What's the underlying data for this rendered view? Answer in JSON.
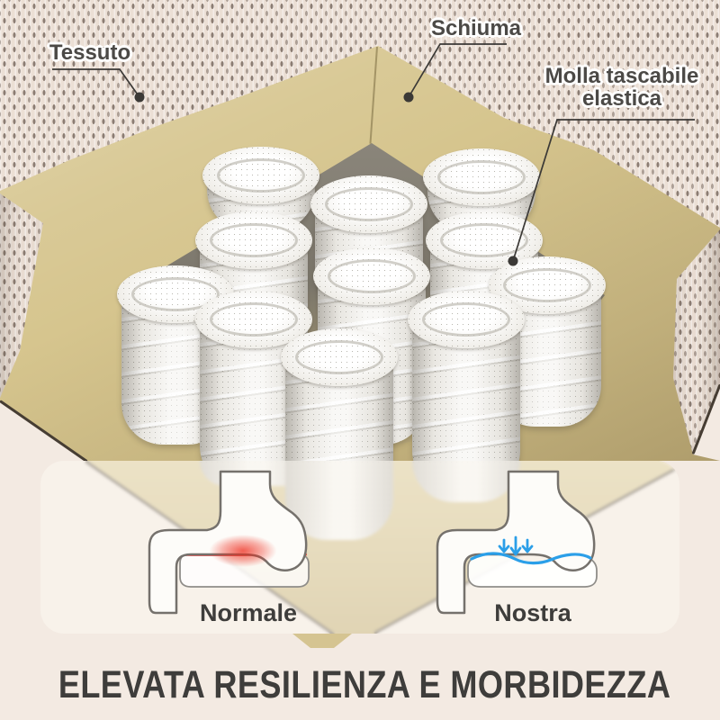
{
  "title": "ELEVATA RESILIENZA E MORBIDEZZA",
  "callouts": {
    "tessuto": "Tessuto",
    "schiuma": "Schiuma",
    "molla_line1": "Molla tascabile",
    "molla_line2": "elastica"
  },
  "comparison": {
    "normal_label": "Normale",
    "ours_label": "Nostra"
  },
  "colors": {
    "background": "#f3eae2",
    "fabric": "#ebdfd5",
    "foam": "#d6c58e",
    "spring_white": "#f1efea",
    "highlight_red": "#e01313",
    "highlight_blue": "#2b9fe8",
    "label_text": "#4b4946",
    "text_dark": "#3e3d3b"
  }
}
